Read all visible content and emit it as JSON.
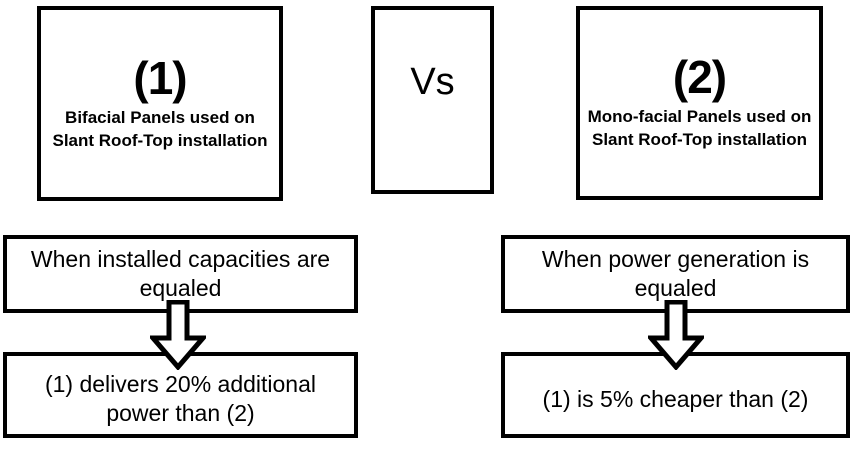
{
  "diagram": {
    "comparison": {
      "option_one": {
        "badge": "(1)",
        "description": "Bifacial Panels used on Slant Roof-Top installation"
      },
      "versus_label": "Vs",
      "option_two": {
        "badge": "(2)",
        "description": "Mono-facial Panels used on Slant Roof-Top installation"
      }
    },
    "branches": [
      {
        "condition": "When installed capacities are equaled",
        "connector": "down-arrow",
        "result": "(1) delivers 20% additional power than (2)"
      },
      {
        "condition": "When power generation is equaled",
        "connector": "down-arrow",
        "result": "(1) is 5% cheaper than (2)"
      }
    ]
  },
  "colors": {
    "outline": "#000000",
    "fill": "#ffffff",
    "text": "#000000"
  }
}
